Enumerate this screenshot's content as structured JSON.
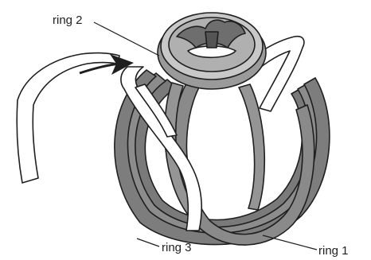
{
  "labels": {
    "ring_2": "ring 2",
    "ring_3": "ring 3",
    "ring_1": "ring 1"
  },
  "colors": {
    "ink": "#1f1f1f",
    "band_gray": "#8c8c8c",
    "band_dark": "#6e6e6e",
    "setting_gray": "#9a9a9a",
    "setting_light": "#c8c8c8",
    "paper": "#ffffff"
  }
}
